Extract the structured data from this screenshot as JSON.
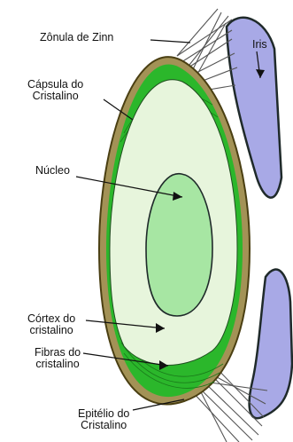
{
  "diagram": {
    "labels": {
      "zonula": "Zônula de Zinn",
      "iris": "Iris",
      "capsula": [
        "Cápsula do",
        "Cristalino"
      ],
      "nucleo": "Núcleo",
      "cortex": [
        "Córtex do",
        "cristalino"
      ],
      "fibras": [
        "Fibras do",
        "cristalino"
      ],
      "epitelio": [
        "Epitélio do",
        "Cristalino"
      ]
    },
    "colors": {
      "capsule": "#a39256",
      "capsule_outline": "#4a3f12",
      "fibers": "#2bb72b",
      "cortex": "#e7f5dc",
      "nucleus": "#a7e6a3",
      "iris": "#a8a9e6"
    }
  }
}
